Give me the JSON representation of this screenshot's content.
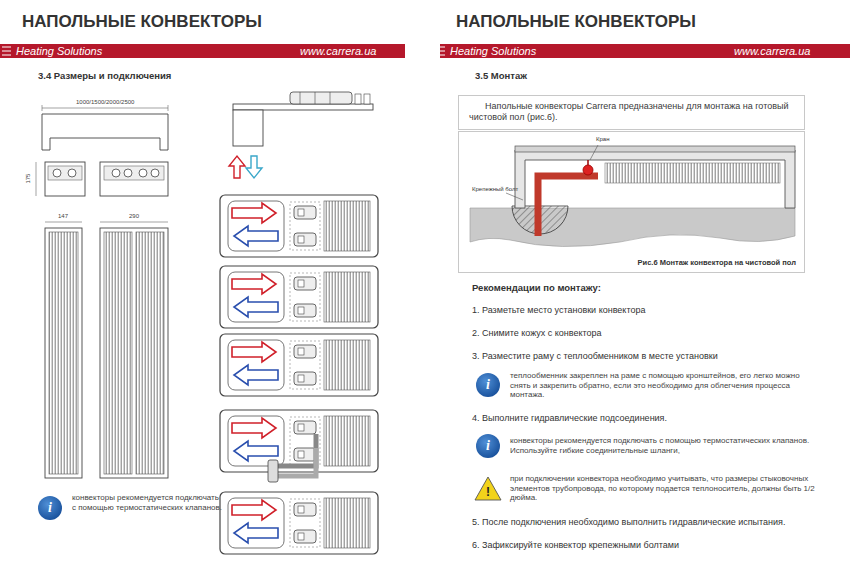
{
  "diagram": {
    "title": "НАПОЛЬНЫЕ КОНВЕКТОРЫ",
    "nodes": [
      {
        "text": [
          "Напольные конвекторы Carrera предназначены для монтажа на готовый чистовой пол (рис.6)."
        ]
      },
      {
        "text": [
          "Рис.6 Монтаж конвектора на чистовой пол"
        ]
      }
    ],
    "labels": [
      "Heating Solutions",
      "www.carrera.ua",
      "НАПОЛЬНЫЕ КОНВЕКТОРЫ",
      "Heating Solutions",
      "www.carrera.ua",
      "3.4 Размеры и подключения",
      "1000/1500/2000/2500",
      "175",
      "147",
      "290",
      "i",
      "конвекторы рекомендуется подключать с помощью термостатических клапанов.",
      "3.5 Монтаж",
      "Кран",
      "Крепежный болт",
      "Рекомендации по монтажу:",
      "1. Разметьте место установки конвектора",
      "2. Снимите кожух с конвектора",
      "3. Разместите раму с теплообменником в месте установки",
      "i",
      "теплообменник закреплен на раме с помощью кронштейнов, его легко можно снять и закрепить обратно, если это необходимо для облегчения процесса монтажа.",
      "4. Выполните гидравлические подсоединения.",
      "i",
      "конвекторы рекомендуется подключать с помощью термостатических клапанов. Используйте гибкие соединительные шланги,",
      "!",
      "при подключении конвектора необходимо учитывать, что размеры стыковочных элементов трубопровода, по которому подается теплоноситель, должны быть 1/2 дюйма.",
      "5. После подключения необходимо выполнить гидравлические испытания.",
      "6. Зафиксируйте конвектор крепежными болтами"
    ]
  }
}
